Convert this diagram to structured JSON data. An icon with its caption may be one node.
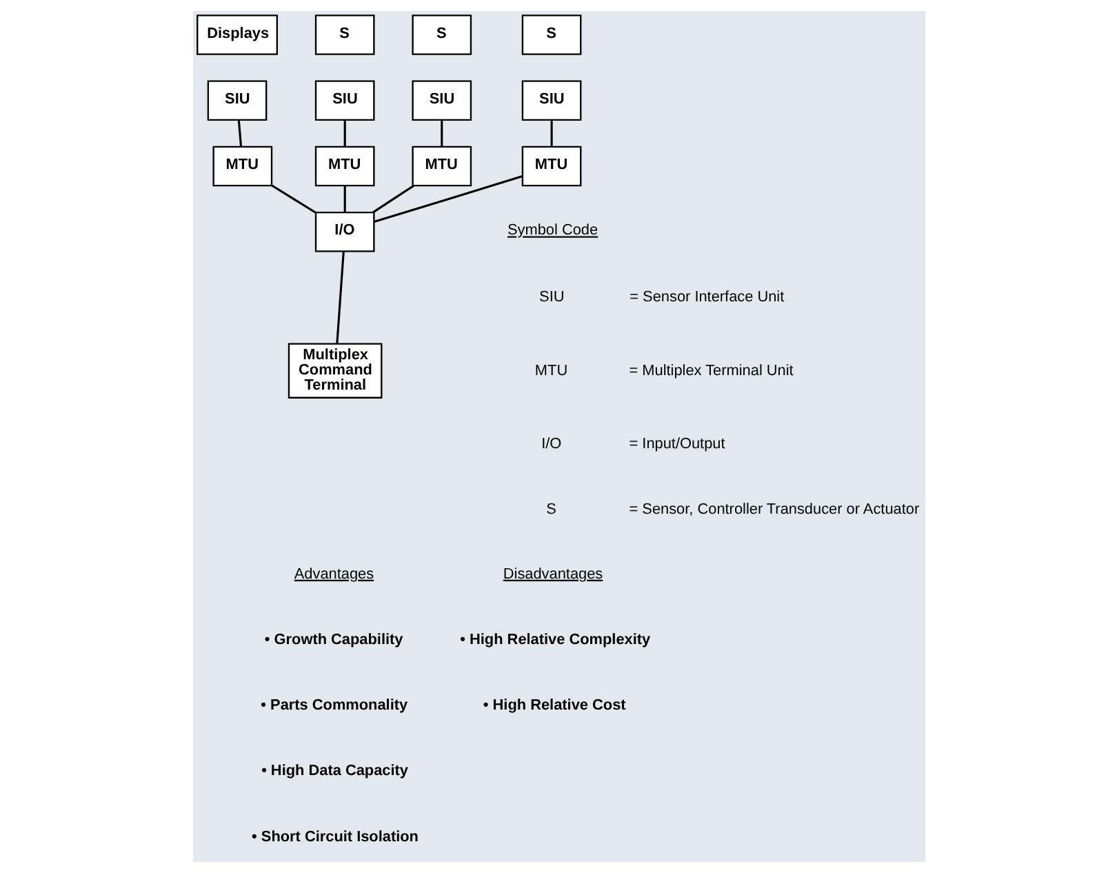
{
  "diagram": {
    "nodes": [
      {
        "text": [
          "Displays"
        ]
      },
      {
        "text": [
          "SIU"
        ]
      },
      {
        "text": [
          "MTU"
        ]
      },
      {
        "text": [
          "S"
        ]
      },
      {
        "text": [
          "SIU"
        ]
      },
      {
        "text": [
          "MTU"
        ]
      },
      {
        "text": [
          "S"
        ]
      },
      {
        "text": [
          "SIU"
        ]
      },
      {
        "text": [
          "MTU"
        ]
      },
      {
        "text": [
          "S"
        ]
      },
      {
        "text": [
          "SIU"
        ]
      },
      {
        "text": [
          "MTU"
        ]
      },
      {
        "text": [
          "I/O"
        ]
      },
      {
        "text": [
          "Multiplex Command Terminal"
        ]
      }
    ],
    "edges": [
      {
        "from": 1,
        "to": 2,
        "arrow": "none"
      },
      {
        "from": 4,
        "to": 5,
        "arrow": "none"
      },
      {
        "from": 7,
        "to": 8,
        "arrow": "none"
      },
      {
        "from": 10,
        "to": 11,
        "arrow": "none"
      },
      {
        "from": 2,
        "to": 12,
        "arrow": "none"
      },
      {
        "from": 5,
        "to": 12,
        "arrow": "none"
      },
      {
        "from": 8,
        "to": 12,
        "arrow": "none"
      },
      {
        "from": 11,
        "to": 12,
        "arrow": "none"
      },
      {
        "from": 12,
        "to": 13,
        "arrow": "none"
      }
    ],
    "labels": [
      "Symbol Code",
      "SIU",
      "= Sensor Interface Unit",
      "MTU",
      "= Multiplex Terminal Unit",
      "I/O",
      "= Input/Output",
      "S",
      "= Sensor, Controller Transducer or Actuator",
      "Advantages",
      "• Growth Capability",
      "• Parts Commonality",
      "• High Data Capacity",
      "• Short Circuit Isolation",
      "Disadvantages",
      "• High Relative Complexity",
      "• High Relative Cost"
    ]
  }
}
